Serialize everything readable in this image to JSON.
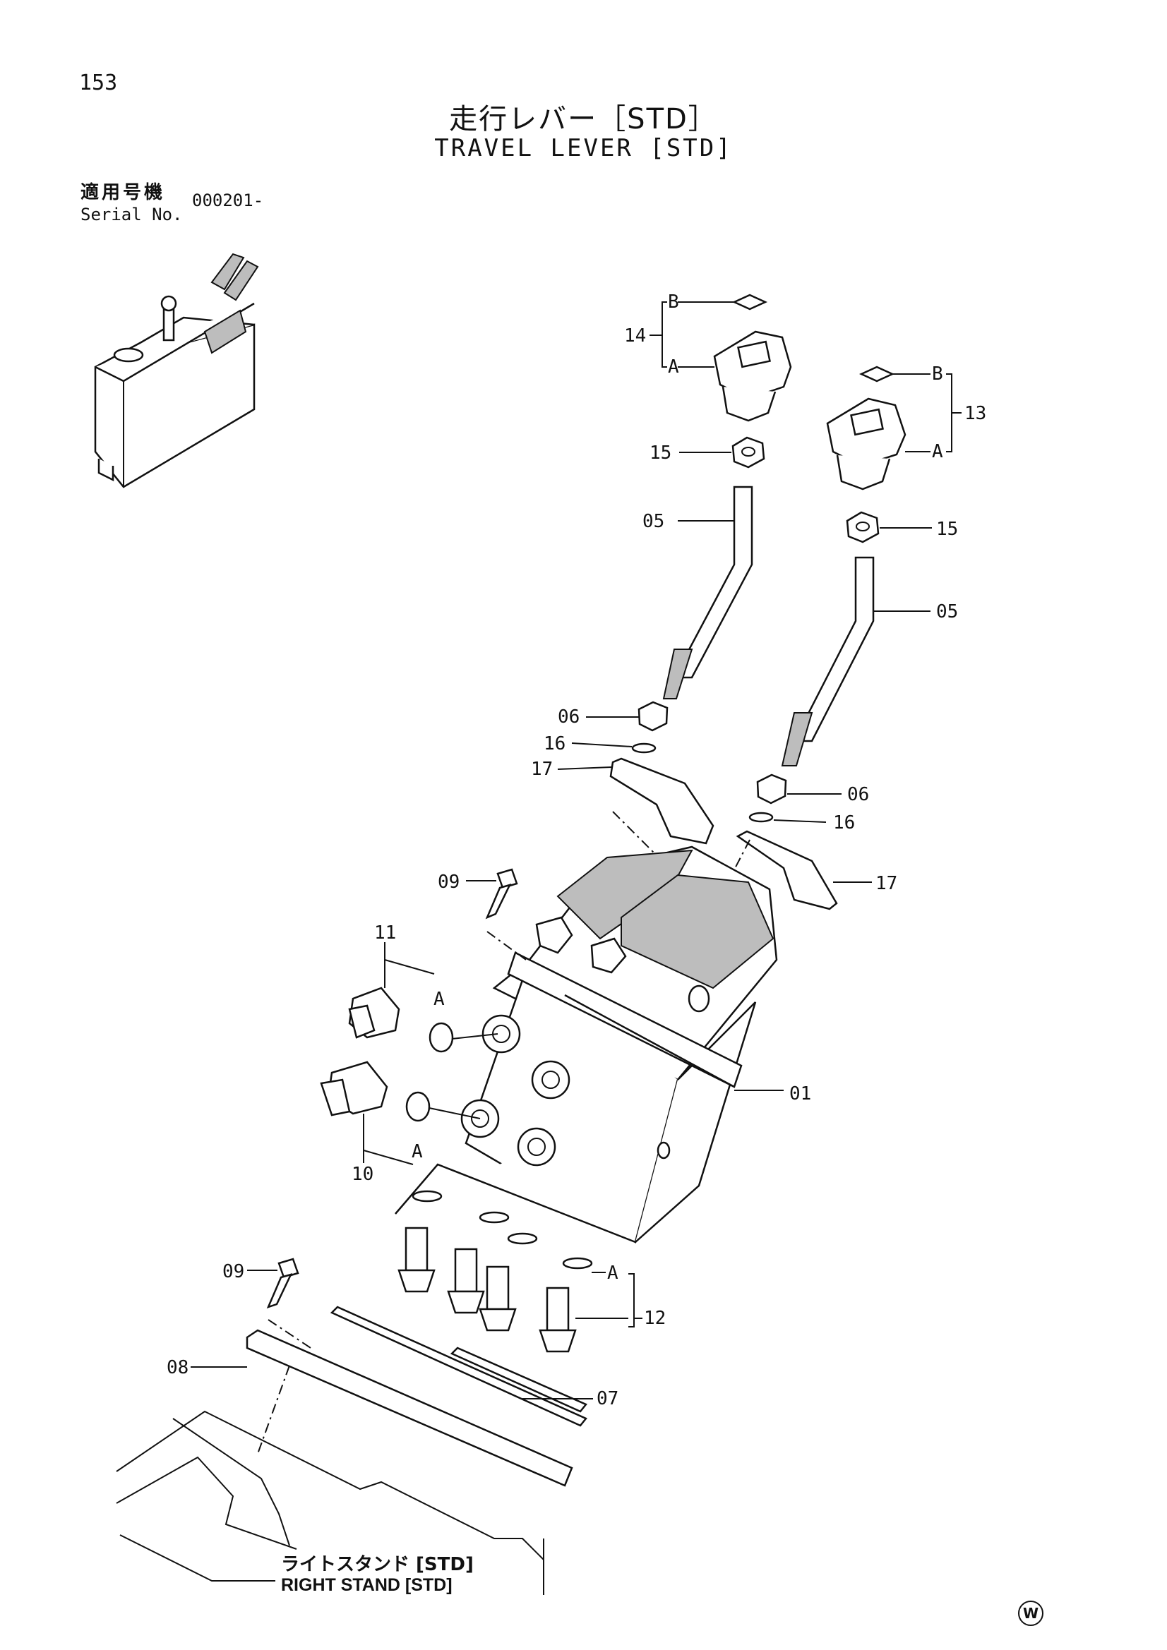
{
  "page_number": "153",
  "title_jp": "走行レバー［STD］",
  "title_en": "TRAVEL LEVER [STD]",
  "serial": {
    "label_jp": "適用号機",
    "label_en": "Serial No.",
    "value": "000201-"
  },
  "callouts": {
    "p01": "01",
    "p05a": "05",
    "p05b": "05",
    "p06a": "06",
    "p06b": "06",
    "p07": "07",
    "p08": "08",
    "p09a": "09",
    "p09b": "09",
    "p10": "10",
    "p11": "11",
    "p12": "12",
    "p13": "13",
    "p14": "14",
    "p15a": "15",
    "p15b": "15",
    "p16a": "16",
    "p16b": "16",
    "p17a": "17",
    "p17b": "17"
  },
  "sub_labels": {
    "a": "A",
    "b": "B"
  },
  "stand_label_jp": "ライトスタンド [STD]",
  "stand_label_en": "RIGHT STAND [STD]",
  "corner_mark": "W"
}
